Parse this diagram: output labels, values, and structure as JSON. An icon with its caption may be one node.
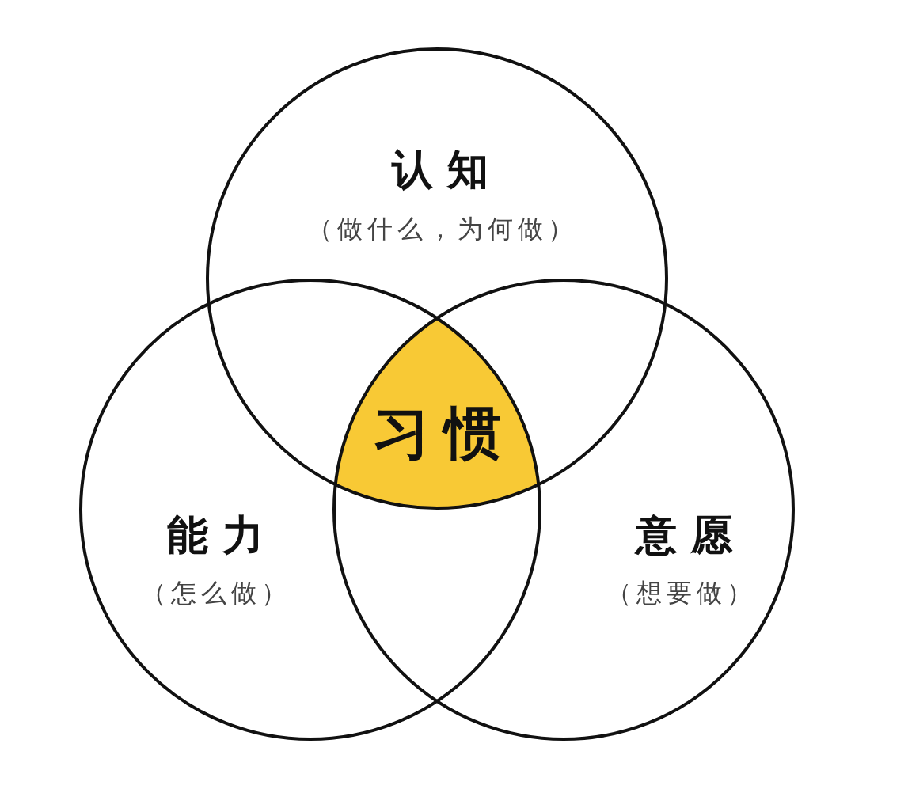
{
  "diagram": {
    "nodes": [
      {
        "text": [
          "认知",
          "（做什么，为何做）"
        ]
      },
      {
        "text": [
          "习惯"
        ]
      },
      {
        "text": [
          "能力",
          "（怎么做）"
        ]
      },
      {
        "text": [
          "意愿",
          "（想要做）"
        ]
      }
    ]
  }
}
